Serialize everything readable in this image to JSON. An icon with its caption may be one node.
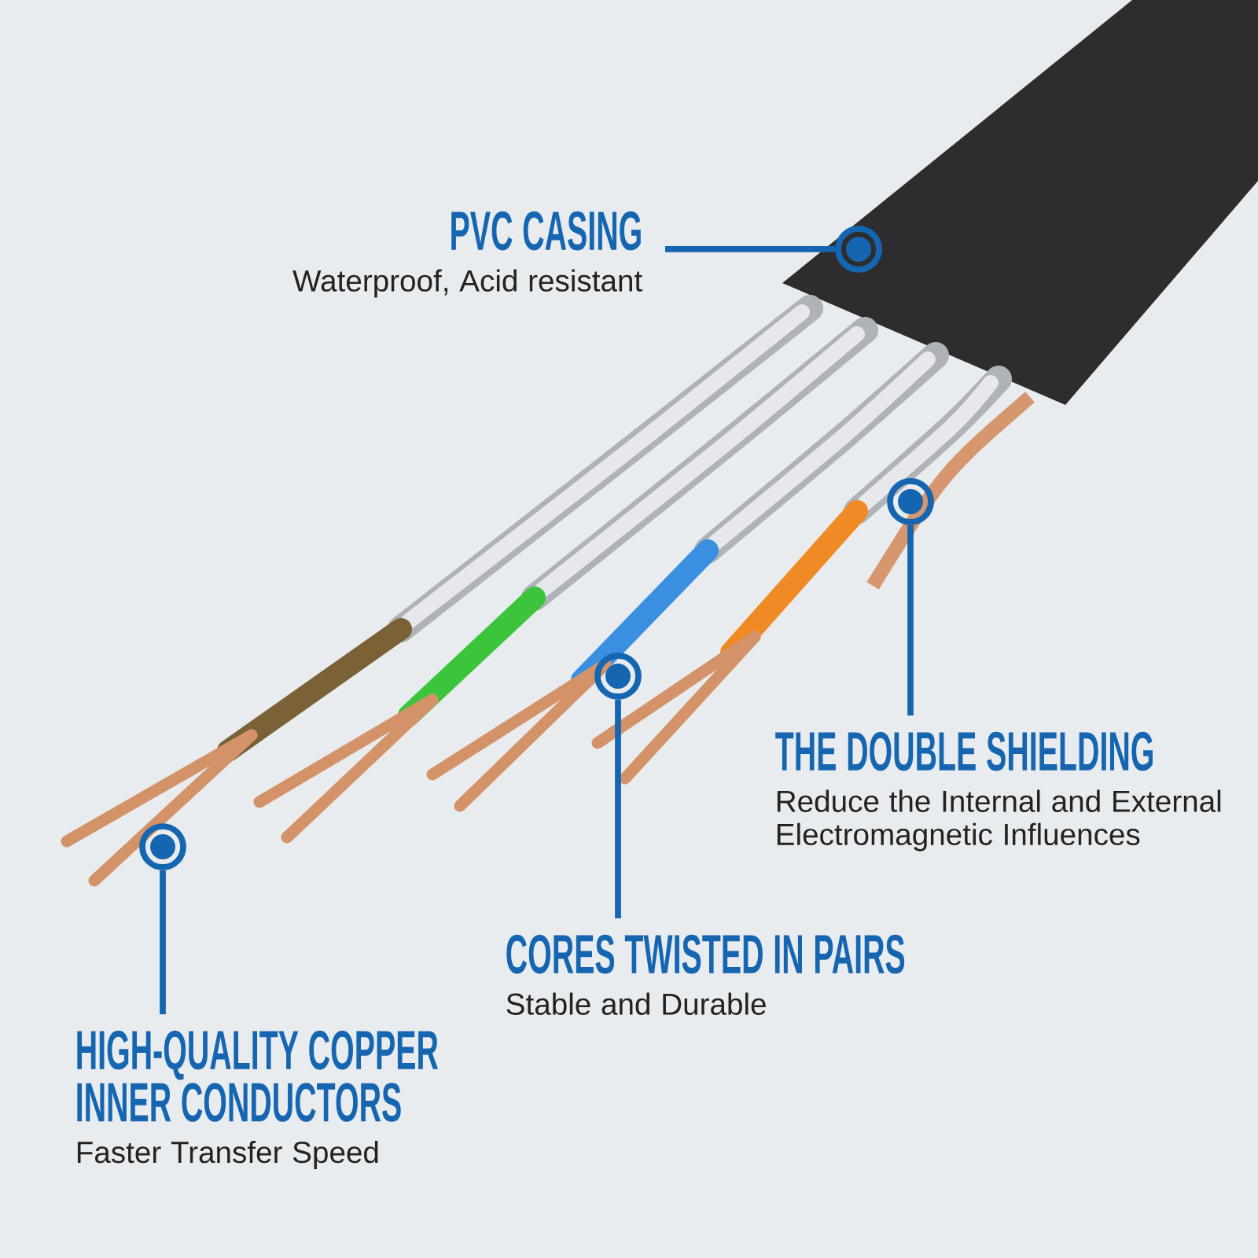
{
  "diagram": {
    "nodes": [
      {
        "text": [
          "PVC CASING",
          "Waterproof, Acid resistant"
        ]
      },
      {
        "text": [],
        "shape": "circle"
      },
      {
        "text": [
          "THE DOUBLE SHIELDING",
          "Reduce the Internal and External Electromagnetic Influences"
        ]
      },
      {
        "text": [],
        "shape": "circle"
      },
      {
        "text": [
          "CORES TWISTED IN PAIRS",
          "Stable and Durable"
        ]
      },
      {
        "text": [],
        "shape": "circle"
      },
      {
        "text": [
          "HIGH-QUALITY COPPER INNER CONDUCTORS",
          "Faster Transfer Speed"
        ]
      },
      {
        "text": [],
        "shape": "circle"
      }
    ],
    "edges": [
      {
        "from": 0,
        "to": 1,
        "arrow": "none"
      },
      {
        "from": 2,
        "to": 3,
        "arrow": "none"
      },
      {
        "from": 4,
        "to": 5,
        "arrow": "none"
      },
      {
        "from": 6,
        "to": 7,
        "arrow": "none"
      }
    ]
  }
}
